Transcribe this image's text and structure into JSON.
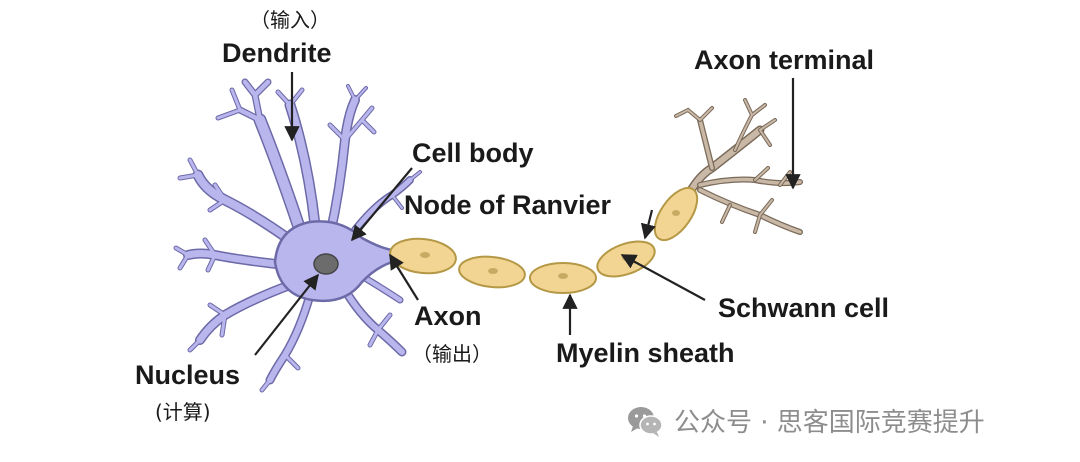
{
  "labels": {
    "dendrite": "Dendrite",
    "dendrite_sub": "（输入）",
    "cell_body": "Cell body",
    "node_of_ranvier": "Node of Ranvier",
    "axon_terminal": "Axon terminal",
    "schwann_cell": "Schwann cell",
    "axon": "Axon",
    "axon_sub": "（输出）",
    "myelin_sheath": "Myelin sheath",
    "nucleus": "Nucleus",
    "nucleus_sub": "(计算)"
  },
  "watermark": {
    "icon": "wechat-icon",
    "text": "公众号 · 思客国际竞赛提升"
  },
  "colors": {
    "cell_body": "#b9b6ee",
    "cell_outline": "#6d6aa8",
    "nucleus": "#6c6c6c",
    "myelin": "#f2d493",
    "myelin_outline": "#b49845",
    "terminal": "#c9b8a6",
    "terminal_outline": "#7a6a5a"
  }
}
